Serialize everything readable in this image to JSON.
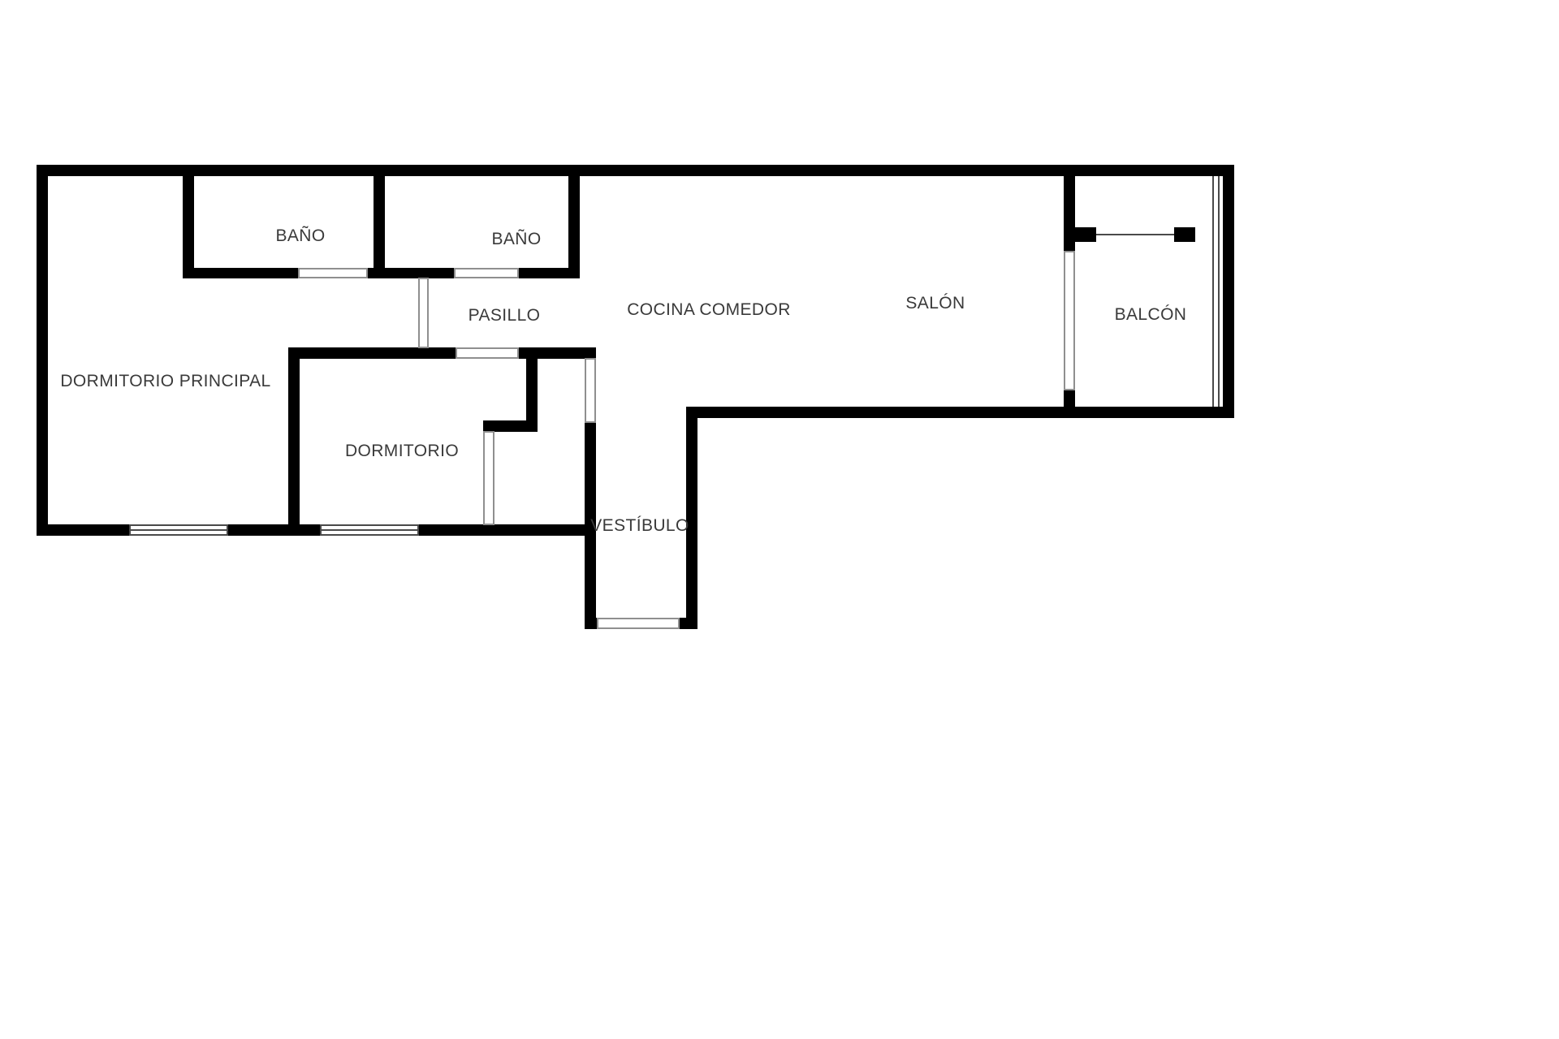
{
  "title": "Apartment floor plan",
  "colors": {
    "background": "#ffffff",
    "wall": "#000000",
    "label": "#3a3a3a"
  },
  "rooms": {
    "bano1": {
      "label": "BAÑO"
    },
    "bano2": {
      "label": "BAÑO"
    },
    "pasillo": {
      "label": "PASILLO"
    },
    "cocina_comedor": {
      "label": "COCINA COMEDOR"
    },
    "salon": {
      "label": "SALÓN"
    },
    "balcon": {
      "label": "BALCÓN"
    },
    "dormitorio_principal": {
      "label": "DORMITORIO PRINCIPAL"
    },
    "dormitorio": {
      "label": "DORMITORIO"
    },
    "vestibulo": {
      "label": "VESTÍBULO"
    }
  }
}
